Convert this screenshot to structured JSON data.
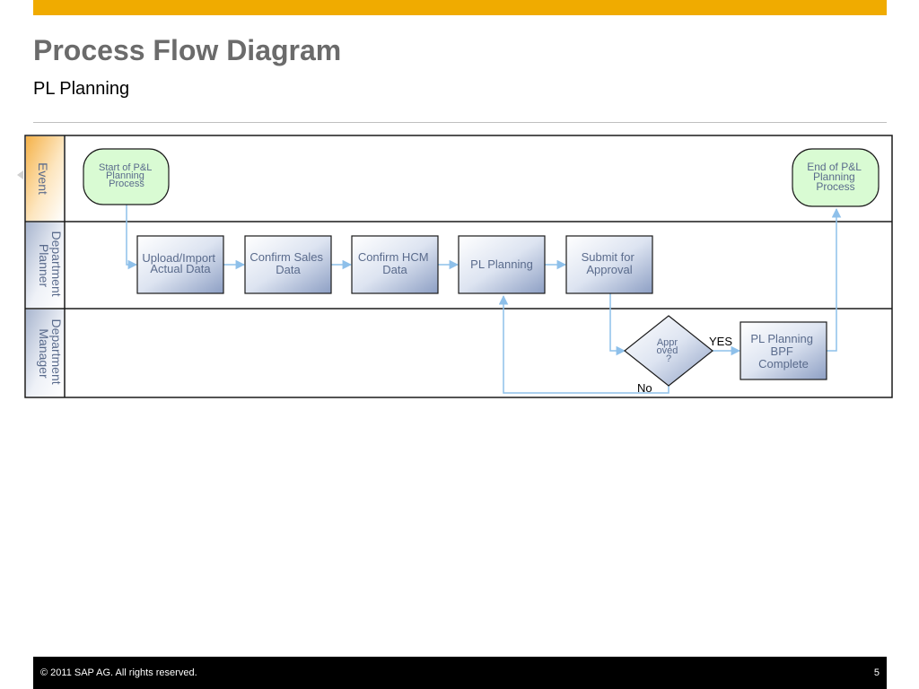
{
  "slide": {
    "title": "Process Flow Diagram",
    "subtitle": "PL Planning",
    "copyright": "©  2011 SAP AG. All rights reserved.",
    "page_number": "5"
  },
  "colors": {
    "brand_bar": "#f0ab00",
    "footer_bg": "#000000",
    "connector": "#8ec0ea",
    "event_fill": "#d9fbd3",
    "lane_label_text": "#5a6b8c"
  },
  "lanes": [
    {
      "id": "event",
      "label": "Event"
    },
    {
      "id": "planner",
      "label": "Department Planner"
    },
    {
      "id": "manager",
      "label": "Department Manager"
    }
  ],
  "nodes": {
    "start": "Start of P&L Planning Process",
    "end": "End of P&L Planning Process",
    "upload": "Upload/Import Actual Data",
    "confirm_sales": "Confirm Sales Data",
    "confirm_hcm": "Confirm HCM Data",
    "pl_planning": "PL Planning",
    "submit": "Submit for Approval",
    "decision": "Approved?",
    "complete": "PL Planning BPF Complete"
  },
  "edge_labels": {
    "yes": "YES",
    "no": "No"
  }
}
